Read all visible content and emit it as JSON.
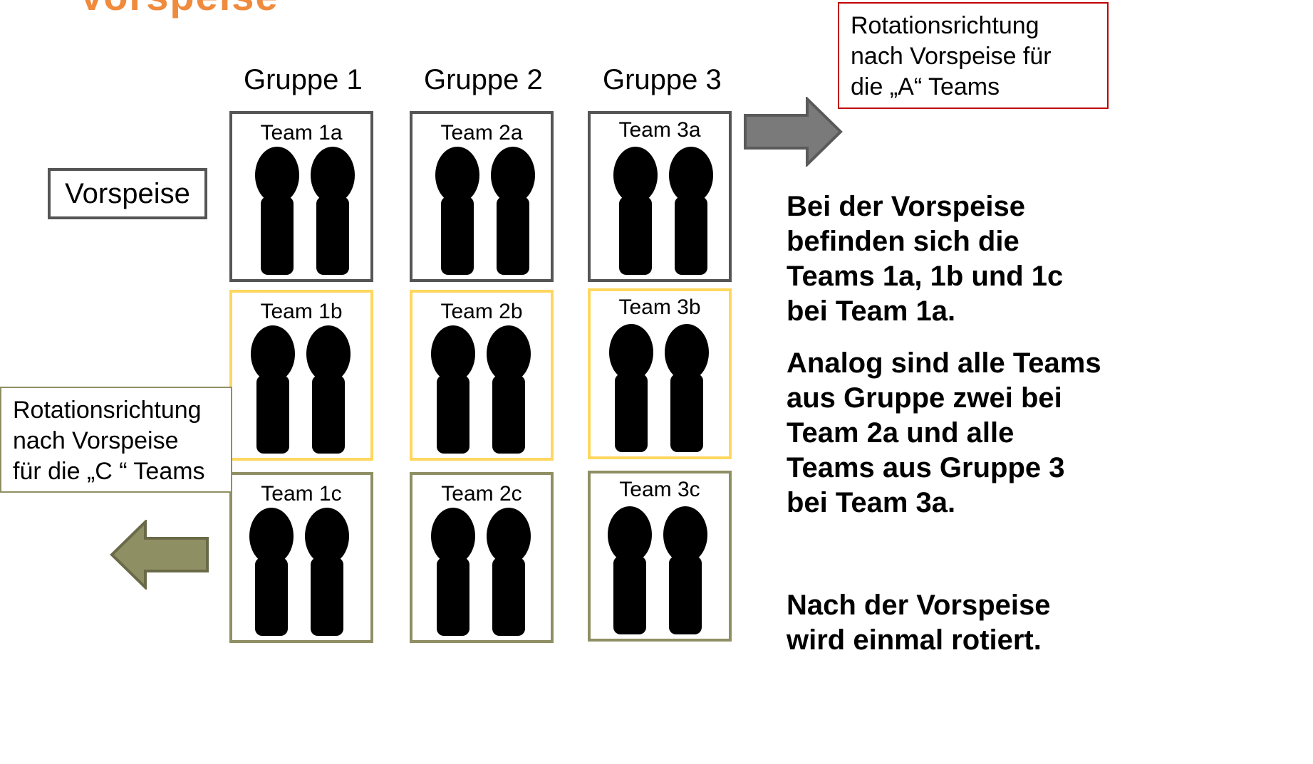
{
  "slide": {
    "title_fragment": "Vorspeise"
  },
  "groups": [
    {
      "label": "Gruppe 1"
    },
    {
      "label": "Gruppe 2"
    },
    {
      "label": "Gruppe 3"
    }
  ],
  "teams": {
    "row_a": [
      "Team 1a",
      "Team 2a",
      "Team 3a"
    ],
    "row_b": [
      "Team 1b",
      "Team 2b",
      "Team 3b"
    ],
    "row_c": [
      "Team 1c",
      "Team 2c",
      "Team 3c"
    ]
  },
  "course_label": "Vorspeise",
  "notes": {
    "a_rotation": [
      "Rotationsrichtung",
      "nach Vorspeise für",
      "die „A“ Teams"
    ],
    "c_rotation": [
      "Rotationsrichtung",
      "nach Vorspeise",
      "für die „C “ Teams"
    ]
  },
  "description": {
    "para1": [
      "Bei der Vorspeise",
      "befinden sich die",
      "Teams 1a, 1b und 1c",
      "bei Team 1a."
    ],
    "para2": [
      "Analog sind alle Teams",
      "aus Gruppe zwei bei",
      "Team 2a und alle",
      "Teams aus Gruppe 3",
      "bei Team 3a."
    ],
    "para3": [
      "Nach der Vorspeise",
      "wird einmal rotiert."
    ]
  },
  "colors": {
    "border_a": "#555555",
    "border_b": "#ffd75e",
    "border_c": "#8f8f64",
    "arrow_a": "#7a7a7a",
    "arrow_c": "#8f8f64",
    "note_a_border": "#c00000",
    "title": "#f08a3c"
  },
  "icons": {
    "person": "person-silhouette-icon",
    "arrow_right": "arrow-right-icon",
    "arrow_left": "arrow-left-icon"
  }
}
